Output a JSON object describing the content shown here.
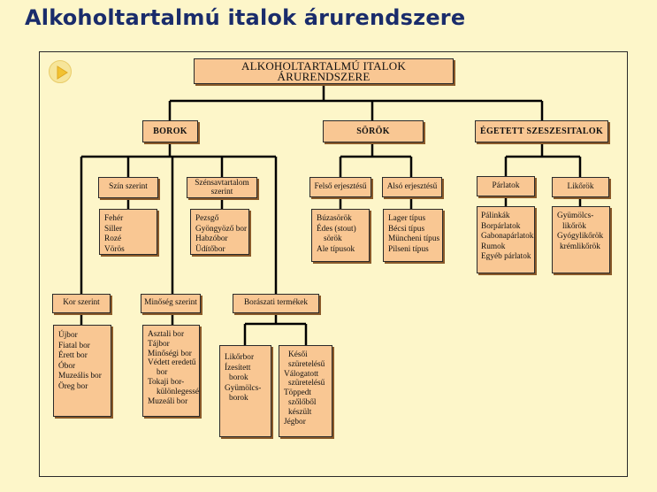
{
  "page": {
    "title": "Alkoholtartalmú italok árurendszere"
  },
  "colors": {
    "background": "#fdf6c9",
    "box_fill": "#f9c793",
    "title": "#1a2c6b",
    "line": "#000000"
  },
  "icons": {
    "play": "play-icon"
  },
  "diagram": {
    "root": "ALKOHOLTARTALMÚ ITALOK ÁRURENDSZERE",
    "categories": {
      "borok": "BOROK",
      "sorok": "SÖRÖK",
      "egetett": "ÉGETETT SZESZESITALOK"
    },
    "borok": {
      "szin_szerint": {
        "label": "Szín szerint",
        "items": [
          "Fehér",
          "Siller",
          "Rozé",
          "Vörös"
        ]
      },
      "szensav": {
        "label_lines": [
          "Szénsavtartalom",
          "szerint"
        ],
        "items": [
          "Pezsgő",
          "Gyöngyöző bor",
          "Habzóbor",
          "Üdítőbor"
        ]
      },
      "kor_szerint": {
        "label": "Kor szerint",
        "items": [
          "Újbor",
          "Fiatal bor",
          "Érett bor",
          "Óbor",
          "Muzeális bor",
          "Öreg bor"
        ]
      },
      "minoseg_szerint": {
        "label": "Minőség szerint",
        "items": [
          "Asztali bor",
          "Tájbor",
          "Minőségi bor",
          "Védett eredetű",
          "bor",
          "Tokaji bor-",
          "különlegesség",
          "Muzeáli bor"
        ]
      },
      "boraszati": {
        "label": "Borászati termékek",
        "left_items": [
          "Likőrbor",
          "Ízesített",
          "borok",
          "Gyümölcs-",
          "borok"
        ],
        "right_items": [
          "Késői",
          "szüretelésű",
          "Válogatott",
          "szüretelésű",
          "Töppedt",
          "szőlőből",
          "készült",
          "Jégbor"
        ]
      }
    },
    "sorok": {
      "felso": {
        "label": "Felső erjesztésű",
        "items": [
          "Búzasörök",
          "Édes (stout)",
          "sörök",
          "Ale típusok"
        ]
      },
      "also": {
        "label": "Alsó erjesztésű",
        "items": [
          "Lager típus",
          "Bécsi típus",
          "Müncheni típus",
          "Pilseni típus"
        ]
      }
    },
    "egetett": {
      "parlatok": {
        "label": "Párlatok",
        "items": [
          "Pálinkák",
          "Borpárlatok",
          "Gabonapárlatok",
          "Rumok",
          "Egyéb párlatok"
        ]
      },
      "likorok": {
        "label": "Likőrök",
        "items": [
          "Gyümölcs-",
          "likőrök",
          "Gyógylikőrök",
          "krémlikőrök"
        ]
      }
    }
  }
}
